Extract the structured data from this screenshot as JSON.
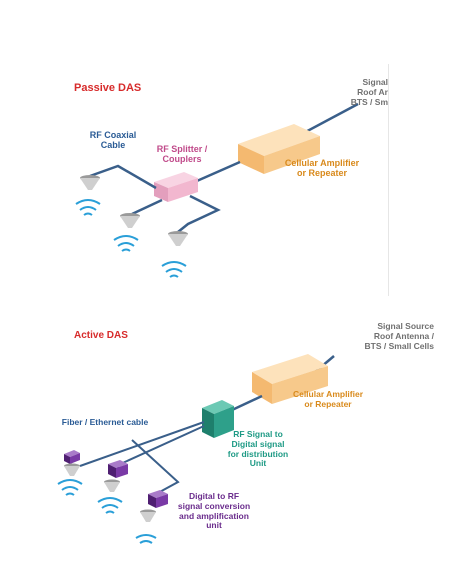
{
  "passive": {
    "title": "Passive DAS",
    "signal_source": "Signal\nRoof Ar\nBTS / Sm",
    "coax_label": "RF Coaxial\nCable",
    "splitter_label": "RF Splitter /\nCouplers",
    "amp_label": "Cellular Amplifier\nor Repeater"
  },
  "active": {
    "title": "Active DAS",
    "signal_source": "Signal Source\nRoof Antenna /\nBTS / Small Cells",
    "amp_label": "Cellular Amplifier\nor Repeater",
    "fiber_label": "Fiber / Ethernet cable",
    "converter_label": "RF Signal to\nDigital signal\nfor distribution\nUnit",
    "remote_label": "Digital to RF\nsignal conversion\nand amplification\nunit"
  },
  "colors": {
    "cable": "#3a5f8a",
    "amplifier": "#f7c98b",
    "splitter": "#f2b7cf",
    "converter": "#2ea08a",
    "remote_unit": "#7a3aa6",
    "signal_waves": "#2a9fd8"
  }
}
